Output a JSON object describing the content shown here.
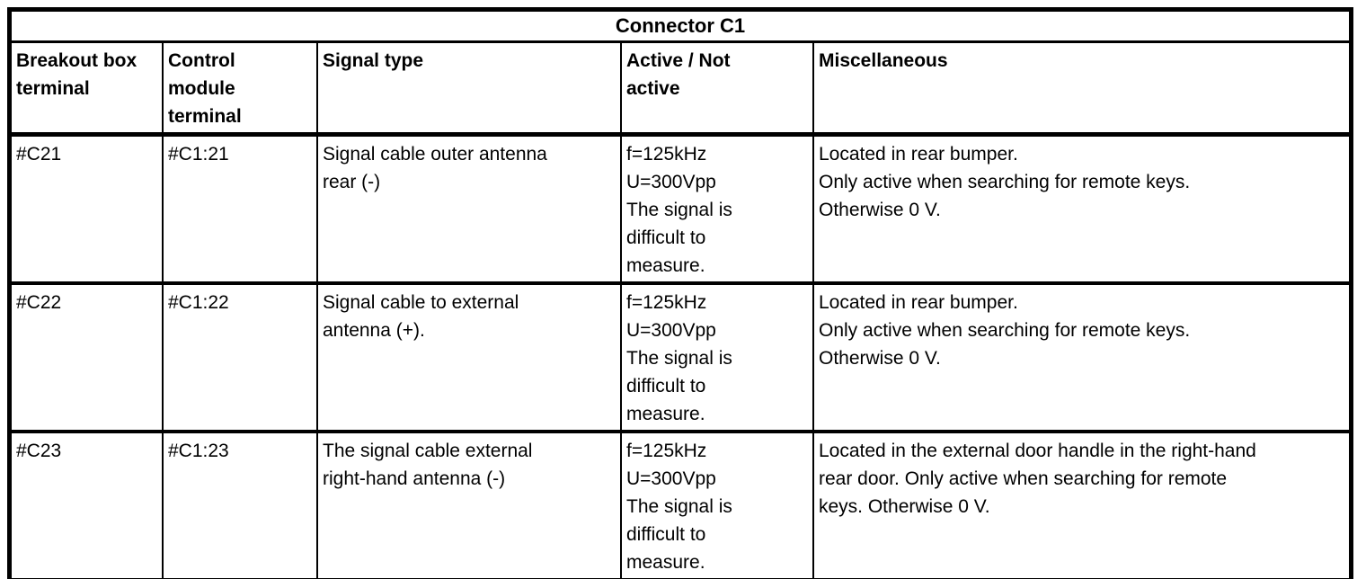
{
  "colors": {
    "border": "#000000",
    "text": "#000000",
    "background": "#ffffff"
  },
  "table": {
    "title": "Connector C1",
    "columns": [
      "Breakout box\nterminal",
      "Control\nmodule\nterminal",
      "Signal type",
      "Active / Not\nactive",
      "Miscellaneous"
    ],
    "rows": [
      {
        "breakout_terminal": "#C21",
        "control_module_terminal": "#C1:21",
        "signal_type": "Signal cable outer antenna\nrear (-)",
        "active_not_active": "f=125kHz\nU=300Vpp\nThe signal is\ndifficult to\nmeasure.",
        "miscellaneous": "Located in rear bumper.\nOnly active when searching for remote keys.\nOtherwise 0 V."
      },
      {
        "breakout_terminal": "#C22",
        "control_module_terminal": "#C1:22",
        "signal_type": "Signal cable to external\nantenna (+).",
        "active_not_active": "f=125kHz\nU=300Vpp\nThe signal is\ndifficult to\nmeasure.",
        "miscellaneous": "Located in rear bumper.\nOnly active when searching for remote keys.\nOtherwise 0 V."
      },
      {
        "breakout_terminal": "#C23",
        "control_module_terminal": "#C1:23",
        "signal_type": "The signal cable external\nright-hand antenna (-)",
        "active_not_active": "f=125kHz\nU=300Vpp\nThe signal is\ndifficult to\nmeasure.",
        "miscellaneous": "Located in the external door handle in the right-hand\nrear door. Only active when searching for remote\nkeys. Otherwise 0 V."
      }
    ]
  }
}
